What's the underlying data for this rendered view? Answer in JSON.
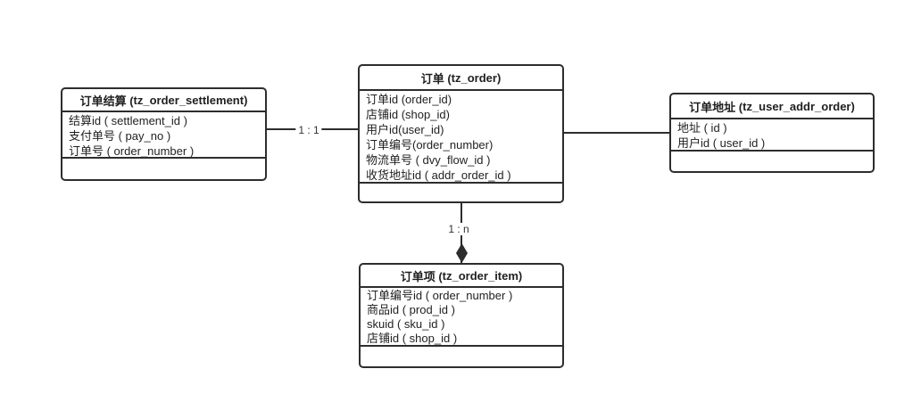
{
  "diagram": {
    "type": "entity-relationship",
    "colors": {
      "background": "#ffffff",
      "line": "#2d2d2d",
      "text": "#1f1f1f",
      "label_text": "#333333"
    },
    "entities": {
      "settlement": {
        "title_parts": [
          "订单结算 ( ",
          "tz_order_settlement",
          " )"
        ],
        "fields": [
          "结算id ( settlement_id )",
          "支付单号 ( pay_no )",
          "订单号 ( order_number )"
        ]
      },
      "order": {
        "title_parts": [
          "订单 ( ",
          "tz_order",
          " )"
        ],
        "fields": [
          "订单id (order_id)",
          "店铺id (shop_id)",
          "用户id(user_id)",
          "订单编号(order_number)",
          "物流单号 ( dvy_flow_id )",
          "收货地址id ( addr_order_id )"
        ]
      },
      "addr": {
        "title_parts": [
          "订单地址 ( ",
          "tz_user_addr_order",
          " )"
        ],
        "fields": [
          "地址 ( id )",
          "用户id ( user_id )"
        ]
      },
      "item": {
        "title_parts": [
          "订单项 ( ",
          "tz_order_item",
          " )"
        ],
        "fields": [
          "订单编号id ( order_number )",
          "商品id ( prod_id )",
          "skuid ( sku_id )",
          "店铺id ( shop_id )"
        ]
      }
    },
    "connections": [
      {
        "from": "settlement",
        "to": "order",
        "label": "1 : 1",
        "arrow": "none"
      },
      {
        "from": "order",
        "to": "addr",
        "label": "",
        "arrow": "none"
      },
      {
        "from": "order",
        "to": "item",
        "label": "1 : n",
        "arrow": "filled-diamond"
      }
    ]
  }
}
